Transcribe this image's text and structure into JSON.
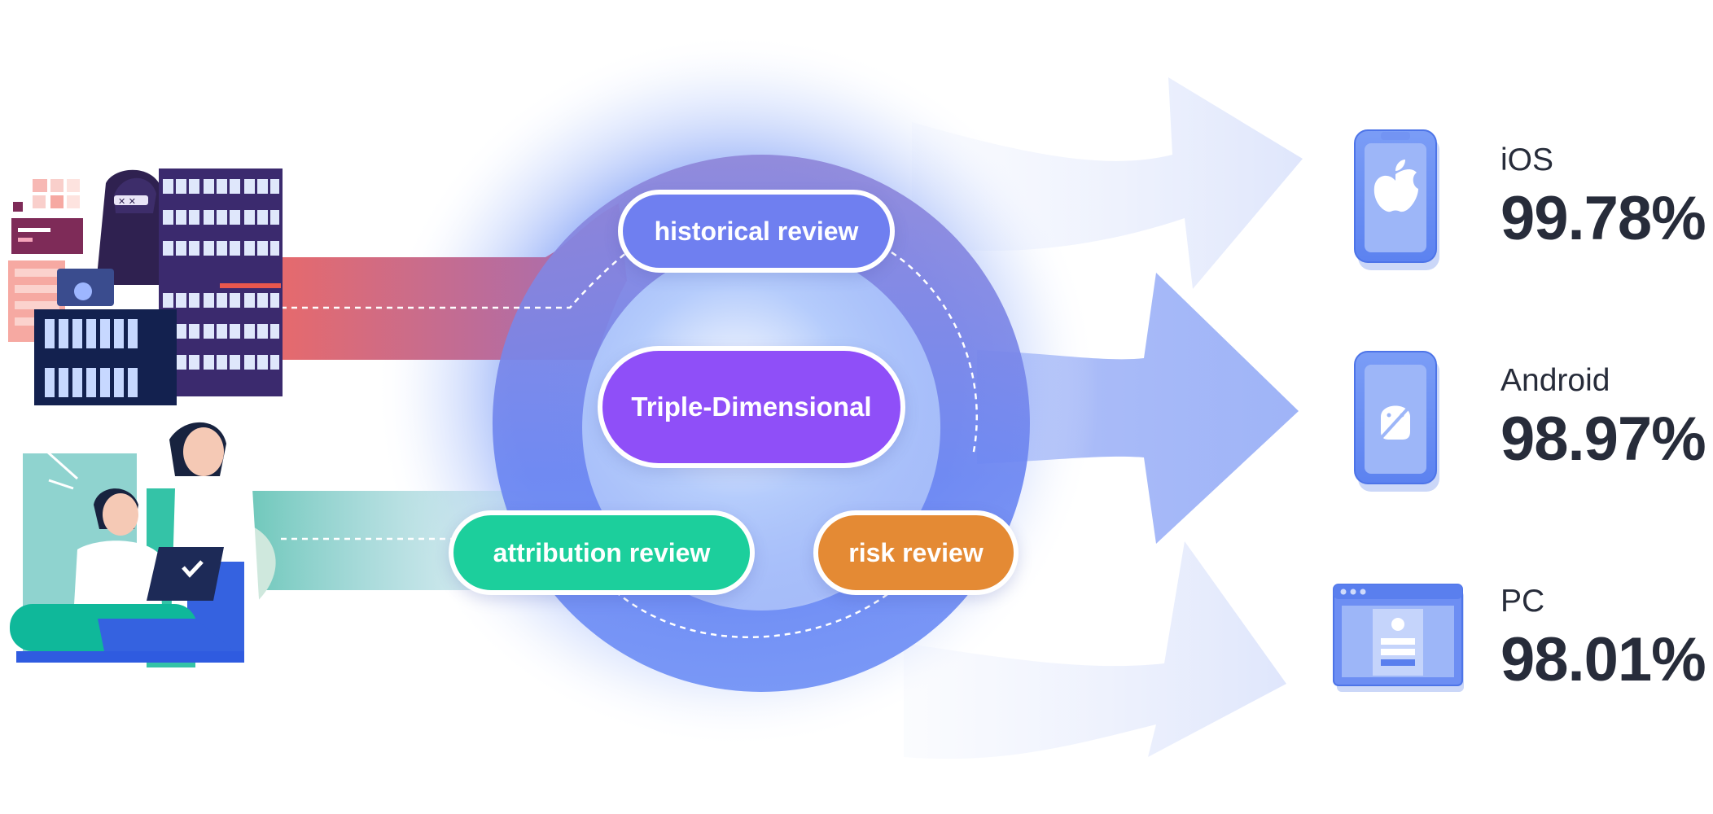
{
  "review": {
    "historical": "historical review",
    "triple": "Triple-Dimensional",
    "attribution": "attribution review",
    "risk": "risk review"
  },
  "platforms": [
    {
      "name": "iOS",
      "value": "99.78%",
      "icon": "apple-phone-icon"
    },
    {
      "name": "Android",
      "value": "98.97%",
      "icon": "android-phone-icon"
    },
    {
      "name": "PC",
      "value": "98.01%",
      "icon": "browser-window-icon"
    }
  ],
  "illustrations": {
    "top_left": "hacker-with-device-farm-illustration",
    "bottom_left": "two-users-with-laptop-illustration"
  },
  "colors": {
    "historical": "#6f7ff0",
    "triple": "#8f4ff8",
    "attribution": "#1ccf9c",
    "risk": "#e48a34",
    "ring": "#6b86f2",
    "text": "#272c3a"
  }
}
